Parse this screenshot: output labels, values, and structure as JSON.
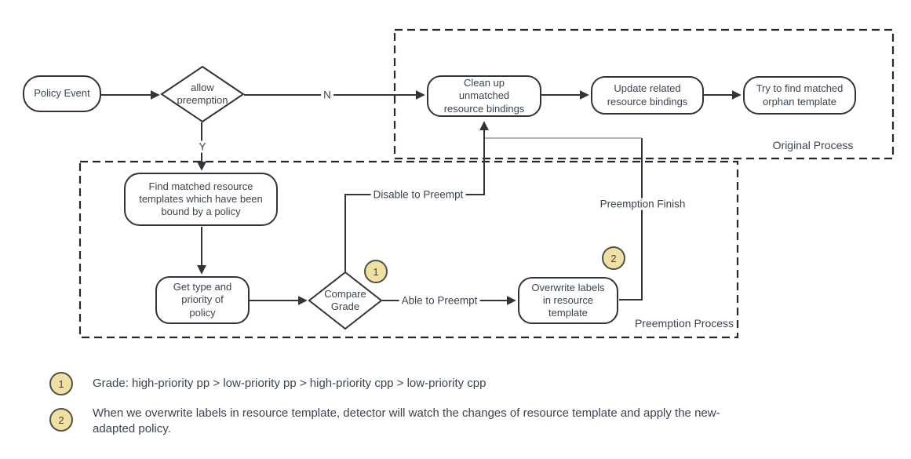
{
  "colors": {
    "line": "#2f353b",
    "dashed_border": "#23282e",
    "text": "#3a4450",
    "badge_fill": "#f0e1a3",
    "badge_border": "#4d5147",
    "muted_line": "#9a9a9a",
    "background": "#ffffff"
  },
  "nodes": {
    "policy_event": {
      "label": [
        "Policy Event"
      ]
    },
    "allow_preemption": {
      "label": [
        "allow",
        "preemption"
      ]
    },
    "clean_up": {
      "label": [
        "Clean up",
        "unmatched",
        "resource bindings"
      ]
    },
    "update_related": {
      "label": [
        "Update related",
        "resource bindings"
      ]
    },
    "try_find": {
      "label": [
        "Try to find matched",
        "orphan template"
      ]
    },
    "find_matched": {
      "label": [
        "Find matched resource",
        "templates which have been",
        "bound by a policy"
      ]
    },
    "get_type": {
      "label": [
        "Get type and",
        "priority of",
        "policy"
      ]
    },
    "compare_grade": {
      "label": [
        "Compare",
        "Grade"
      ]
    },
    "overwrite_labels": {
      "label": [
        "Overwrite labels",
        "in resource",
        "template"
      ]
    }
  },
  "edge_labels": {
    "no": "N",
    "yes": "Y",
    "disable": "Disable to Preempt",
    "able": "Able to Preempt",
    "finish": "Preemption Finish"
  },
  "groups": {
    "original": "Original Process",
    "preemption": "Preemption Process"
  },
  "badges": {
    "one": "1",
    "two": "2"
  },
  "footnotes": [
    {
      "num": "1",
      "text": [
        "Grade: high-priority pp > low-priority pp > high-priority cpp > low-priority cpp"
      ]
    },
    {
      "num": "2",
      "text": [
        "When we overwrite labels in resource template, detector will watch the changes of resource template and apply the new-",
        "adapted policy."
      ]
    }
  ]
}
